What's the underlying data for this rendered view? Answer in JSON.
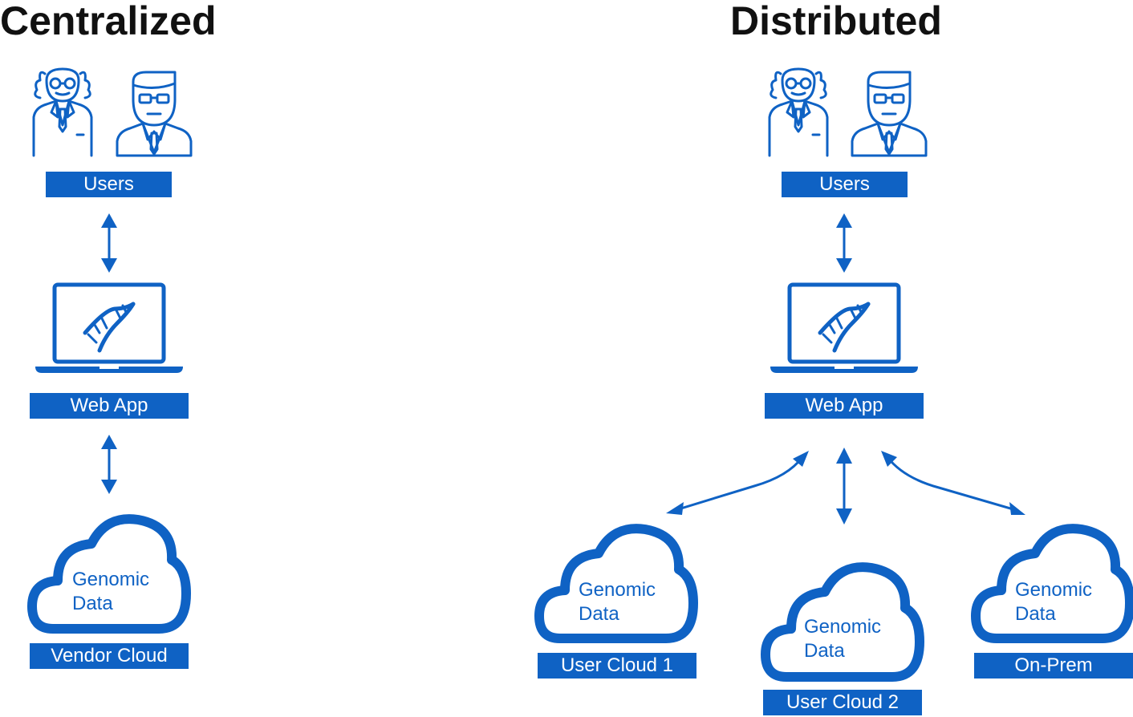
{
  "colors": {
    "accent": "#0f62c4",
    "title": "#111111",
    "background": "#ffffff"
  },
  "centralized": {
    "title": "Centralized",
    "users_label": "Users",
    "webapp_label": "Web App",
    "cloud_text_line1": "Genomic",
    "cloud_text_line2": "Data",
    "cloud_label": "Vendor Cloud"
  },
  "distributed": {
    "title": "Distributed",
    "users_label": "Users",
    "webapp_label": "Web App",
    "clouds": [
      {
        "text_line1": "Genomic",
        "text_line2": "Data",
        "label": "User Cloud 1"
      },
      {
        "text_line1": "Genomic",
        "text_line2": "Data",
        "label": "User Cloud 2"
      },
      {
        "text_line1": "Genomic",
        "text_line2": "Data",
        "label": "On-Prem"
      }
    ]
  },
  "icons": [
    "scientist-icon",
    "doctor-icon",
    "laptop-icon",
    "dna-icon",
    "cloud-icon",
    "double-arrow-icon"
  ]
}
